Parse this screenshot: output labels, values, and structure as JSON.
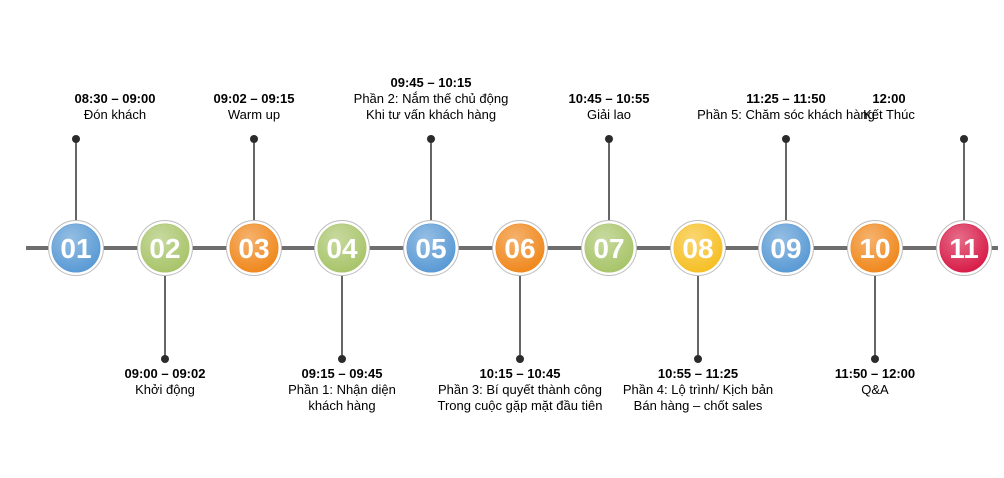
{
  "steps": [
    {
      "num": "01",
      "time": "08:30 – 09:00",
      "desc": "Đón khách",
      "color": "#5b9bd5",
      "position": "top"
    },
    {
      "num": "02",
      "time": "09:00 – 09:02",
      "desc": "Khởi động",
      "color": "#a9c56b",
      "position": "bottom"
    },
    {
      "num": "03",
      "time": "09:02 – 09:15",
      "desc": "Warm up",
      "color": "#f0891f",
      "position": "top"
    },
    {
      "num": "04",
      "time": "09:15 – 09:45",
      "desc": "Phần 1: Nhận diện\nkhách hàng",
      "color": "#a9c56b",
      "position": "bottom"
    },
    {
      "num": "05",
      "time": "09:45 – 10:15",
      "desc": "Phần 2: Nắm thế chủ động\nKhi tư vấn khách hàng",
      "color": "#5b9bd5",
      "position": "top"
    },
    {
      "num": "06",
      "time": "10:15 – 10:45",
      "desc": "Phần 3: Bí quyết thành công\nTrong cuộc gặp mặt đầu tiên",
      "color": "#f0891f",
      "position": "bottom"
    },
    {
      "num": "07",
      "time": "10:45 – 10:55",
      "desc": "Giải lao",
      "color": "#a9c56b",
      "position": "top"
    },
    {
      "num": "08",
      "time": "10:55 – 11:25",
      "desc": "Phần 4: Lộ trình/ Kịch bản\nBán hàng – chốt sales",
      "color": "#f6c026",
      "position": "bottom"
    },
    {
      "num": "09",
      "time": "11:25 – 11:50",
      "desc": "Phần 5: Chăm sóc khách hàng",
      "color": "#5b9bd5",
      "position": "top"
    },
    {
      "num": "10",
      "time": "11:50 – 12:00",
      "desc": "Q&A",
      "color": "#f0891f",
      "position": "bottom"
    },
    {
      "num": "11",
      "time": "12:00",
      "desc": "Kết Thúc",
      "color": "#d81e4a",
      "position": "top"
    }
  ]
}
